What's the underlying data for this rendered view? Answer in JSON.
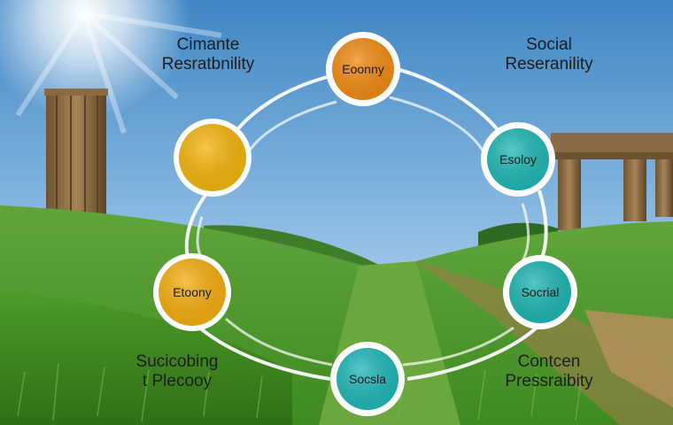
{
  "corner_labels": {
    "top_left": {
      "line1": "Cimante",
      "line2": "Resratbnility"
    },
    "top_right": {
      "line1": "Social",
      "line2": "Reseranility"
    },
    "bottom_left": {
      "line1": "Sucicobing",
      "line2": "t Plecooy"
    },
    "bottom_right": {
      "line1": "Contcen",
      "line2": "Pressraibity"
    }
  },
  "nodes": {
    "top": {
      "label": "Eoonny",
      "color": "#f08a12"
    },
    "upper_left": {
      "label": "",
      "color": "#f5b40c"
    },
    "upper_right": {
      "label": "Esoloy",
      "color": "#1fb7b5"
    },
    "lower_left": {
      "label": "Etoony",
      "color": "#f5ad0e"
    },
    "lower_right": {
      "label": "Socrial",
      "color": "#1eb5b3"
    },
    "bottom": {
      "label": "Socsla",
      "color": "#1fb6b8"
    }
  },
  "colors": {
    "ring": "#ffffff",
    "sky_top": "#4f8fc6",
    "sky_bottom": "#c9dff0",
    "grass": "#4f9a2a"
  }
}
